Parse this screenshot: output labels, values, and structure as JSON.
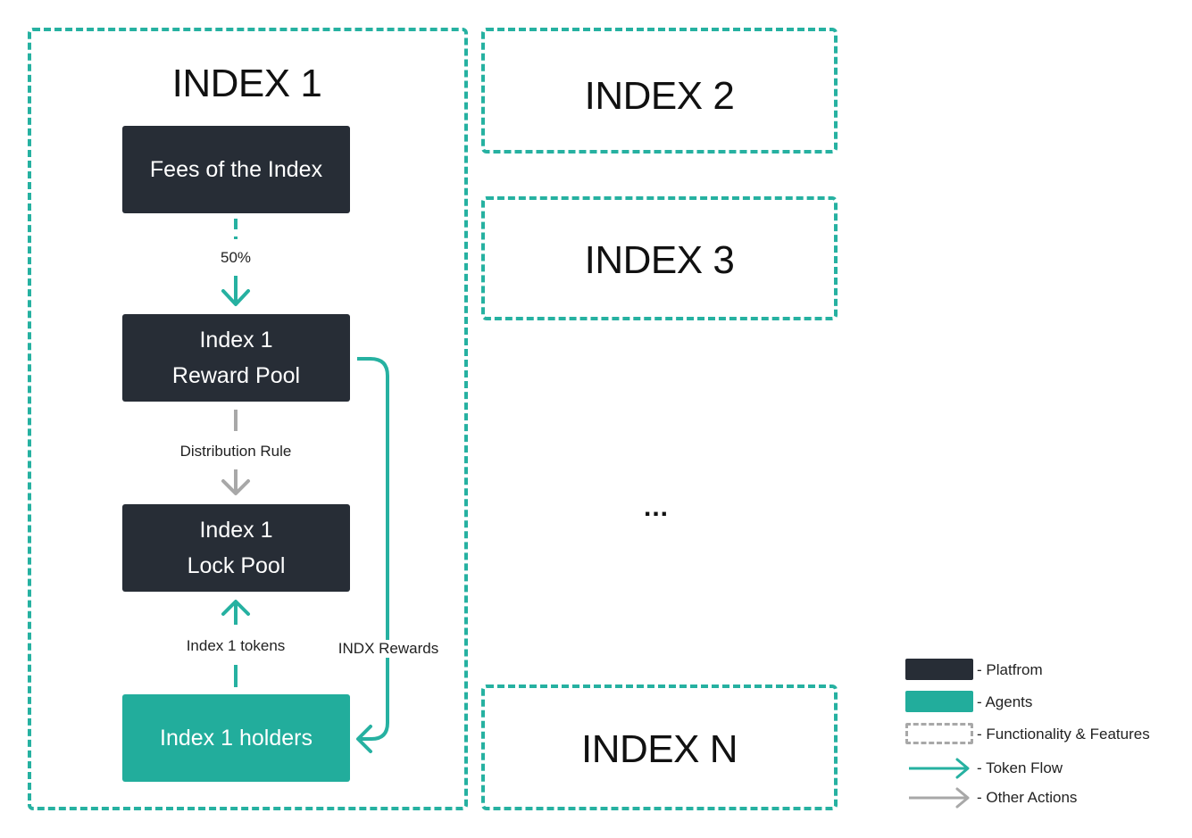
{
  "index1": {
    "title": "INDEX 1",
    "fees_box": "Fees of the Index",
    "fee_share": "50%",
    "reward_pool": [
      "Index 1",
      "Reward Pool"
    ],
    "distribution_rule": "Distribution Rule",
    "lock_pool": [
      "Index 1",
      "Lock Pool"
    ],
    "tokens_label": "Index 1 tokens",
    "rewards_label": "INDX Rewards",
    "holders_box": "Index 1 holders"
  },
  "other_indexes": {
    "index2": "INDEX 2",
    "index3": "INDEX 3",
    "ellipsis": "...",
    "indexN": "INDEX N"
  },
  "legend": {
    "platform": "- Platfrom",
    "agents": "- Agents",
    "functionality": "- Functionality & Features",
    "token_flow": "- Token Flow",
    "other_actions": "- Other Actions"
  },
  "colors": {
    "platform": "#272d36",
    "agent": "#22ad9c",
    "token_flow": "#26b1a1",
    "other_actions": "#a8a8a8"
  }
}
